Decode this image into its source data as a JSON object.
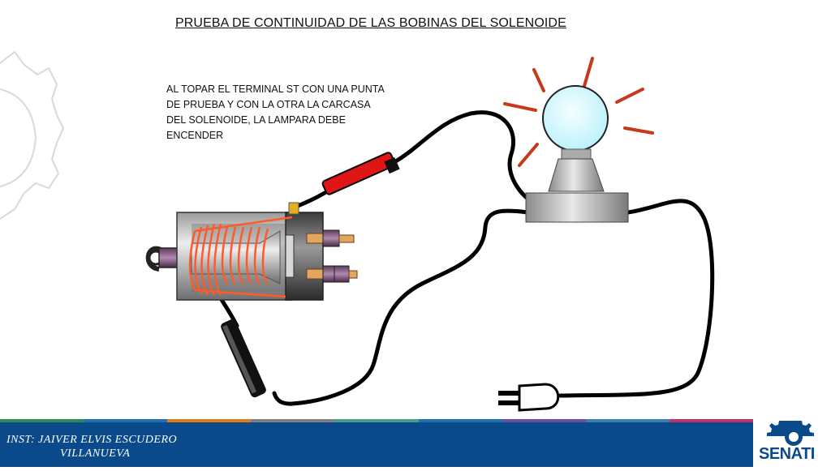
{
  "slide": {
    "title": "PRUEBA DE CONTINUIDAD DE LAS BOBINAS DEL SOLENOIDE",
    "instruction_lines": [
      "AL TOPAR EL TERMINAL ST CON UNA PUNTA",
      "DE PRUEBA Y CON LA OTRA LA CARCASA",
      "DEL SOLENOIDE, LA LAMPARA DEBE",
      "ENCENDER"
    ]
  },
  "footer": {
    "instructor_line1": "INST: JAIVER ELVIS ESCUDERO",
    "instructor_line2": "VILLANUEVA",
    "logo_text": "SENATI",
    "stripe_colors": [
      "#2e8b57",
      "#1f6fb2",
      "#e07b1a",
      "#7f7f7f",
      "#4a9c8c",
      "#1f6fb2",
      "#6a4ea0",
      "#3c7fb0",
      "#c0306a"
    ]
  },
  "colors": {
    "footer_bar": "#0b4a8a",
    "coil": "#ff5a2a",
    "probe_red": "#e01515",
    "bulb_glass": "#d8fbff",
    "light_rays": "#c8381a"
  },
  "icons": {
    "background_gear": "gear-icon",
    "logo_gear": "gear-icon"
  }
}
